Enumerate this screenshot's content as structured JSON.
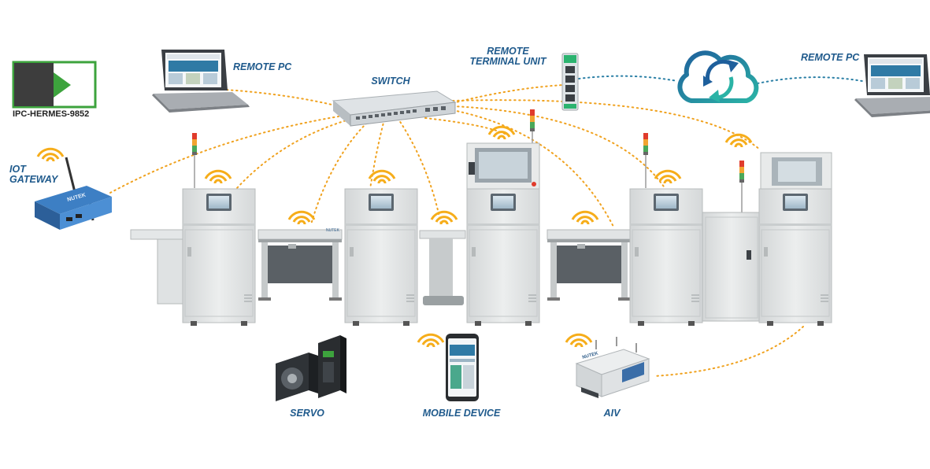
{
  "labels": {
    "ipc_hermes": "IPC-HERMES-9852",
    "remote_pc_left": "REMOTE PC",
    "switch": "SWITCH",
    "remote_terminal_unit_line1": "REMOTE",
    "remote_terminal_unit_line2": "TERMINAL UNIT",
    "remote_pc_right": "REMOTE PC",
    "iot_gateway_line1": "IOT",
    "iot_gateway_line2": "GATEWAY",
    "servo": "SERVO",
    "mobile_device": "MOBILE DEVICE",
    "aiv": "AIV"
  },
  "brand_text": "NUTEK",
  "colors": {
    "label_blue": "#1f5a8c",
    "link_orange": "#f0a21f",
    "link_teal": "#2a7fa5",
    "wifi": "#f6ad1a",
    "hermes_green": "#3da33d",
    "machine_gray": "#e4e6e6"
  },
  "icons": [
    "hermes-logo-icon",
    "laptop-icon",
    "network-switch-icon",
    "rtu-icon",
    "cloud-sync-icon",
    "iot-gateway-icon",
    "wifi-icon",
    "servo-icon",
    "smartphone-icon",
    "aiv-robot-icon",
    "signal-tower-icon"
  ]
}
